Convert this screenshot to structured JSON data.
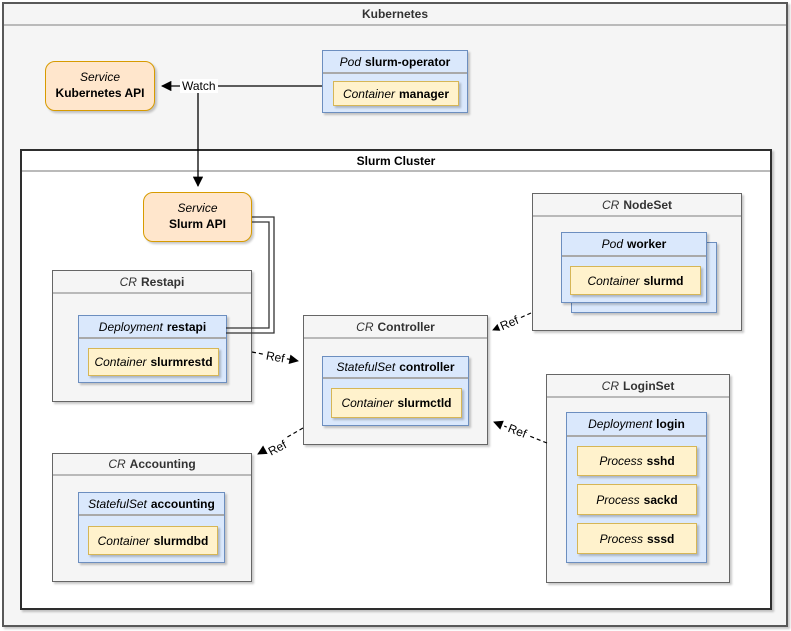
{
  "diagram": {
    "outer": {
      "title": "Kubernetes"
    },
    "cluster": {
      "title": "Slurm Cluster"
    },
    "nodes": {
      "k8s_api": {
        "kind": "Service",
        "name": "Kubernetes API"
      },
      "pod_operator": {
        "kind": "Pod",
        "name": "slurm-operator"
      },
      "container_manager": {
        "kind": "Container",
        "name": "manager"
      },
      "slurm_api": {
        "kind": "Service",
        "name": "Slurm API"
      },
      "cr_restapi": {
        "kind": "CR",
        "name": "Restapi"
      },
      "dep_restapi": {
        "kind": "Deployment",
        "name": "restapi"
      },
      "container_slurmrestd": {
        "kind": "Container",
        "name": "slurmrestd"
      },
      "cr_controller": {
        "kind": "CR",
        "name": "Controller"
      },
      "ss_controller": {
        "kind": "StatefulSet",
        "name": "controller"
      },
      "container_slurmctld": {
        "kind": "Container",
        "name": "slurmctld"
      },
      "cr_nodeset": {
        "kind": "CR",
        "name": "NodeSet"
      },
      "pod_worker": {
        "kind": "Pod",
        "name": "worker"
      },
      "container_slurmd": {
        "kind": "Container",
        "name": "slurmd"
      },
      "cr_loginset": {
        "kind": "CR",
        "name": "LoginSet"
      },
      "dep_login": {
        "kind": "Deployment",
        "name": "login"
      },
      "process_sshd": {
        "kind": "Process",
        "name": "sshd"
      },
      "process_sackd": {
        "kind": "Process",
        "name": "sackd"
      },
      "process_sssd": {
        "kind": "Process",
        "name": "sssd"
      },
      "cr_accounting": {
        "kind": "CR",
        "name": "Accounting"
      },
      "ss_accounting": {
        "kind": "StatefulSet",
        "name": "accounting"
      },
      "container_slurmdbd": {
        "kind": "Container",
        "name": "slurmdbd"
      }
    },
    "edges": [
      {
        "from": "pod-slurm-operator",
        "to": "service-kubernetes-api",
        "label": "Watch",
        "style": "solid-arrow"
      },
      {
        "from": "watch-edge-branch",
        "to": "service-slurm-api",
        "label": "",
        "style": "solid-arrow"
      },
      {
        "from": "service-slurm-api",
        "to": "deployment-restapi",
        "label": "",
        "style": "double-line"
      },
      {
        "from": "cr-restapi",
        "to": "cr-controller",
        "label": "Ref",
        "style": "dashed-arrow"
      },
      {
        "from": "cr-nodeset",
        "to": "cr-controller",
        "label": "Ref",
        "style": "dashed-arrow"
      },
      {
        "from": "cr-loginset",
        "to": "cr-controller",
        "label": "Ref",
        "style": "dashed-arrow"
      },
      {
        "from": "cr-controller",
        "to": "cr-accounting",
        "label": "Ref",
        "style": "dashed-arrow"
      }
    ],
    "colors": {
      "container_gray_fill": "#f5f5f5",
      "container_border": "#666666",
      "blue_fill": "#dae8fc",
      "blue_border": "#6c8ebf",
      "yellow_fill": "#fff2cc",
      "yellow_border": "#d6b656",
      "orange_fill": "#ffe6cc",
      "orange_border": "#d79b00",
      "edge_color": "#000000"
    }
  }
}
